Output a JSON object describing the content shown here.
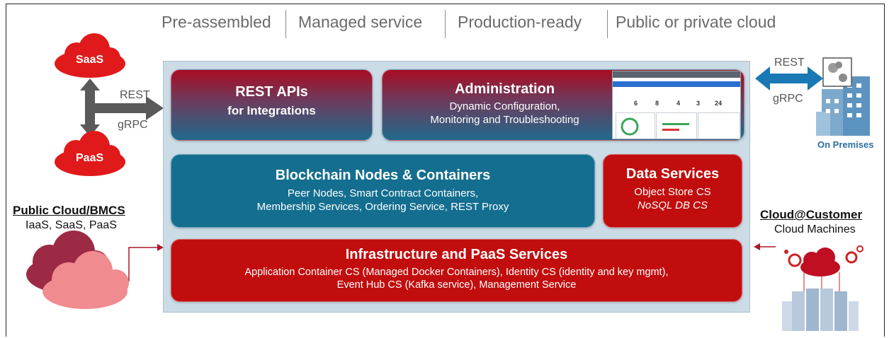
{
  "taglines": [
    "Pre-assembled",
    "Managed service",
    "Production-ready",
    "Public or private cloud"
  ],
  "left": {
    "saas": "SaaS",
    "paas": "PaaS",
    "rest": "REST",
    "grpc": "gRPC",
    "public_cloud_title": "Public Cloud/BMCS",
    "public_cloud_sub": "IaaS, SaaS, PaaS"
  },
  "right": {
    "rest": "REST",
    "grpc": "gRPC",
    "on_premises": "On Premises",
    "cloud_customer_title": "Cloud@Customer",
    "cloud_customer_sub": "Cloud Machines"
  },
  "boxes": {
    "rest_apis": {
      "title": "REST APIs",
      "subtitle": "for Integrations"
    },
    "administration": {
      "title": "Administration",
      "line1": "Dynamic Configuration,",
      "line2": "Monitoring and Troubleshooting"
    },
    "blockchain": {
      "title": "Blockchain Nodes & Containers",
      "line1": "Peer Nodes, Smart Contract Containers,",
      "line2": "Membership Services, Ordering Service, REST Proxy"
    },
    "data_services": {
      "title": "Data Services",
      "line1": "Object Store CS",
      "line2": "NoSQL DB CS"
    },
    "infrastructure": {
      "title": "Infrastructure and PaaS Services",
      "line1": "Application Container CS (Managed Docker Containers), Identity CS (identity and key mgmt),",
      "line2": "Event Hub CS (Kafka service), Management Service"
    }
  },
  "dashboard_stats": [
    "6",
    "8",
    "4",
    "3",
    "24"
  ],
  "colors": {
    "brand_red": "#c10d0d",
    "teal": "#136e8f",
    "platform_bg": "#cbdce7",
    "arrow_gray": "#5a5a5a",
    "cloud_blue_arrow": "#1a78b4",
    "on_prem_text": "#2a6fa5"
  }
}
